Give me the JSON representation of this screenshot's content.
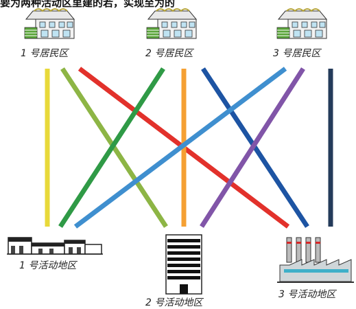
{
  "header_text": "要为两种活动区里建的若，实现至为的",
  "residential": [
    {
      "label": "1 号居民区"
    },
    {
      "label": "2 号居民区"
    },
    {
      "label": "3 号居民区"
    }
  ],
  "activity": [
    {
      "label": "1 号活动地区"
    },
    {
      "label": "2 号活动地区"
    },
    {
      "label": "3 号活动地区"
    }
  ],
  "connections": [
    {
      "from": 1,
      "to": 1,
      "color": "#e8d93a"
    },
    {
      "from": 1,
      "to": 2,
      "color": "#8db545"
    },
    {
      "from": 1,
      "to": 3,
      "color": "#e2312b"
    },
    {
      "from": 2,
      "to": 1,
      "color": "#2f9a46"
    },
    {
      "from": 2,
      "to": 2,
      "color": "#f5a033"
    },
    {
      "from": 2,
      "to": 3,
      "color": "#1d54a3"
    },
    {
      "from": 3,
      "to": 1,
      "color": "#3f8fcf"
    },
    {
      "from": 3,
      "to": 2,
      "color": "#8155a8"
    },
    {
      "from": 3,
      "to": 3,
      "color": "#243b5a"
    }
  ]
}
